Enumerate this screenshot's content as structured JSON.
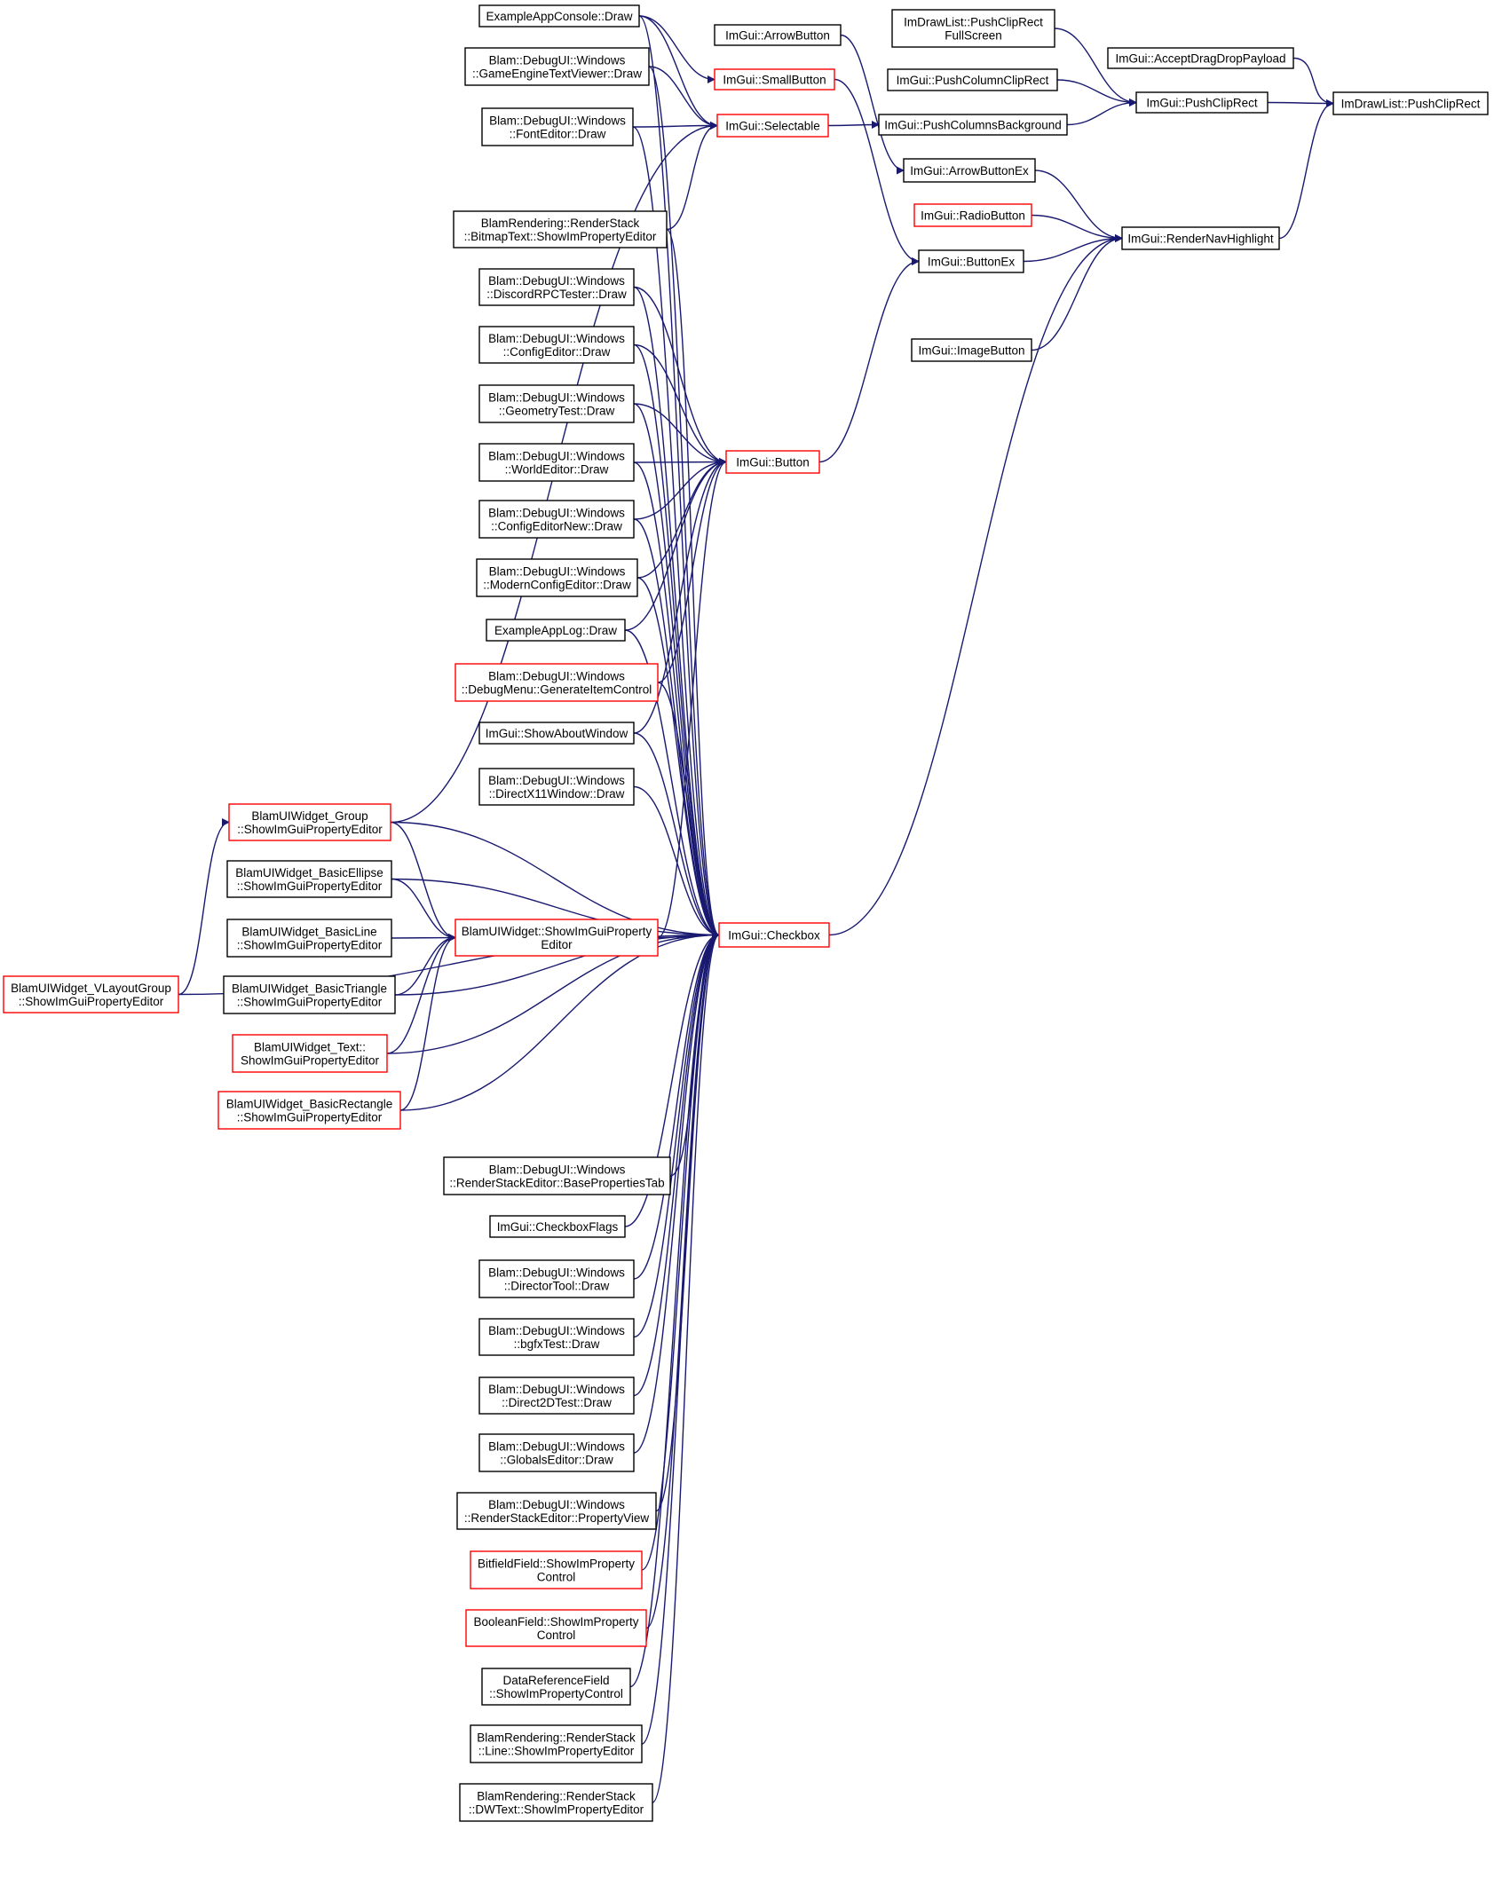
{
  "colors": {
    "edge": "#191970",
    "border_normal": "#000000",
    "border_truncated": "#ff0000",
    "root_fill": "#bfbfbf",
    "background": "#ffffff"
  },
  "nodes": [
    {
      "id": "pushcliprect_dl",
      "lines": [
        "ImDrawList::PushClipRect"
      ],
      "kind": "root"
    },
    {
      "id": "acceptdragdrop",
      "lines": [
        "ImGui::AcceptDragDropPayload"
      ],
      "kind": "normal"
    },
    {
      "id": "pushcliprectfs",
      "lines": [
        "ImDrawList::PushClipRect",
        "FullScreen"
      ],
      "kind": "normal"
    },
    {
      "id": "pushcliprect",
      "lines": [
        "ImGui::PushClipRect"
      ],
      "kind": "normal"
    },
    {
      "id": "pushcolumnclip",
      "lines": [
        "ImGui::PushColumnClipRect"
      ],
      "kind": "normal"
    },
    {
      "id": "pushcolumnsbg",
      "lines": [
        "ImGui::PushColumnsBackground"
      ],
      "kind": "normal"
    },
    {
      "id": "rendernavhl",
      "lines": [
        "ImGui::RenderNavHighlight"
      ],
      "kind": "normal"
    },
    {
      "id": "arrowbuttonex",
      "lines": [
        "ImGui::ArrowButtonEx"
      ],
      "kind": "normal"
    },
    {
      "id": "radiobutton",
      "lines": [
        "ImGui::RadioButton"
      ],
      "kind": "truncated"
    },
    {
      "id": "buttonex",
      "lines": [
        "ImGui::ButtonEx"
      ],
      "kind": "normal"
    },
    {
      "id": "imagebutton",
      "lines": [
        "ImGui::ImageButton"
      ],
      "kind": "normal"
    },
    {
      "id": "arrowbutton",
      "lines": [
        "ImGui::ArrowButton"
      ],
      "kind": "normal"
    },
    {
      "id": "smallbutton",
      "lines": [
        "ImGui::SmallButton"
      ],
      "kind": "truncated"
    },
    {
      "id": "selectable",
      "lines": [
        "ImGui::Selectable"
      ],
      "kind": "truncated"
    },
    {
      "id": "button",
      "lines": [
        "ImGui::Button"
      ],
      "kind": "truncated"
    },
    {
      "id": "checkbox",
      "lines": [
        "ImGui::Checkbox"
      ],
      "kind": "truncated"
    },
    {
      "id": "exconsole",
      "lines": [
        "ExampleAppConsole::Draw"
      ],
      "kind": "normal"
    },
    {
      "id": "getv",
      "lines": [
        "Blam::DebugUI::Windows",
        "::GameEngineTextViewer::Draw"
      ],
      "kind": "normal"
    },
    {
      "id": "fonted",
      "lines": [
        "Blam::DebugUI::Windows",
        "::FontEditor::Draw"
      ],
      "kind": "normal"
    },
    {
      "id": "bitmaptext",
      "lines": [
        "BlamRendering::RenderStack",
        "::BitmapText::ShowImPropertyEditor"
      ],
      "kind": "normal"
    },
    {
      "id": "discord",
      "lines": [
        "Blam::DebugUI::Windows",
        "::DiscordRPCTester::Draw"
      ],
      "kind": "normal"
    },
    {
      "id": "configed",
      "lines": [
        "Blam::DebugUI::Windows",
        "::ConfigEditor::Draw"
      ],
      "kind": "normal"
    },
    {
      "id": "geomtest",
      "lines": [
        "Blam::DebugUI::Windows",
        "::GeometryTest::Draw"
      ],
      "kind": "normal"
    },
    {
      "id": "worlded",
      "lines": [
        "Blam::DebugUI::Windows",
        "::WorldEditor::Draw"
      ],
      "kind": "normal"
    },
    {
      "id": "configednew",
      "lines": [
        "Blam::DebugUI::Windows",
        "::ConfigEditorNew::Draw"
      ],
      "kind": "normal"
    },
    {
      "id": "modernconfig",
      "lines": [
        "Blam::DebugUI::Windows",
        "::ModernConfigEditor::Draw"
      ],
      "kind": "normal"
    },
    {
      "id": "exlog",
      "lines": [
        "ExampleAppLog::Draw"
      ],
      "kind": "normal"
    },
    {
      "id": "debugmenu",
      "lines": [
        "Blam::DebugUI::Windows",
        "::DebugMenu::GenerateItemControl"
      ],
      "kind": "truncated"
    },
    {
      "id": "showabout",
      "lines": [
        "ImGui::ShowAboutWindow"
      ],
      "kind": "normal"
    },
    {
      "id": "dx11",
      "lines": [
        "Blam::DebugUI::Windows",
        "::DirectX11Window::Draw"
      ],
      "kind": "normal"
    },
    {
      "id": "wgroup",
      "lines": [
        "BlamUIWidget_Group",
        "::ShowImGuiPropertyEditor"
      ],
      "kind": "truncated"
    },
    {
      "id": "wellipse",
      "lines": [
        "BlamUIWidget_BasicEllipse",
        "::ShowImGuiPropertyEditor"
      ],
      "kind": "normal"
    },
    {
      "id": "wline",
      "lines": [
        "BlamUIWidget_BasicLine",
        "::ShowImGuiPropertyEditor"
      ],
      "kind": "normal"
    },
    {
      "id": "wtriangle",
      "lines": [
        "BlamUIWidget_BasicTriangle",
        "::ShowImGuiPropertyEditor"
      ],
      "kind": "normal"
    },
    {
      "id": "wtext",
      "lines": [
        "BlamUIWidget_Text::",
        "ShowImGuiPropertyEditor"
      ],
      "kind": "truncated"
    },
    {
      "id": "wrect",
      "lines": [
        "BlamUIWidget_BasicRectangle",
        "::ShowImGuiPropertyEditor"
      ],
      "kind": "truncated"
    },
    {
      "id": "widget",
      "lines": [
        "BlamUIWidget::ShowImGuiProperty",
        "Editor"
      ],
      "kind": "truncated"
    },
    {
      "id": "vlayout",
      "lines": [
        "BlamUIWidget_VLayoutGroup",
        "::ShowImGuiPropertyEditor"
      ],
      "kind": "truncated"
    },
    {
      "id": "rsbase",
      "lines": [
        "Blam::DebugUI::Windows",
        "::RenderStackEditor::BasePropertiesTab"
      ],
      "kind": "normal"
    },
    {
      "id": "cbflags",
      "lines": [
        "ImGui::CheckboxFlags"
      ],
      "kind": "normal"
    },
    {
      "id": "director",
      "lines": [
        "Blam::DebugUI::Windows",
        "::DirectorTool::Draw"
      ],
      "kind": "normal"
    },
    {
      "id": "bgfx",
      "lines": [
        "Blam::DebugUI::Windows",
        "::bgfxTest::Draw"
      ],
      "kind": "normal"
    },
    {
      "id": "d2d",
      "lines": [
        "Blam::DebugUI::Windows",
        "::Direct2DTest::Draw"
      ],
      "kind": "normal"
    },
    {
      "id": "globals",
      "lines": [
        "Blam::DebugUI::Windows",
        "::GlobalsEditor::Draw"
      ],
      "kind": "normal"
    },
    {
      "id": "rsprop",
      "lines": [
        "Blam::DebugUI::Windows",
        "::RenderStackEditor::PropertyView"
      ],
      "kind": "normal"
    },
    {
      "id": "bitfield",
      "lines": [
        "BitfieldField::ShowImProperty",
        "Control"
      ],
      "kind": "truncated"
    },
    {
      "id": "boolfield",
      "lines": [
        "BooleanField::ShowImProperty",
        "Control"
      ],
      "kind": "truncated"
    },
    {
      "id": "dataref",
      "lines": [
        "DataReferenceField",
        "::ShowImPropertyControl"
      ],
      "kind": "normal"
    },
    {
      "id": "rsline",
      "lines": [
        "BlamRendering::RenderStack",
        "::Line::ShowImPropertyEditor"
      ],
      "kind": "normal"
    },
    {
      "id": "dwtext",
      "lines": [
        "BlamRendering::RenderStack",
        "::DWText::ShowImPropertyEditor"
      ],
      "kind": "normal"
    }
  ],
  "edges": [
    {
      "from": "acceptdragdrop",
      "to": "pushcliprect_dl"
    },
    {
      "from": "pushcliprect",
      "to": "pushcliprect_dl"
    },
    {
      "from": "rendernavhl",
      "to": "pushcliprect_dl"
    },
    {
      "from": "pushcliprectfs",
      "to": "pushcliprect"
    },
    {
      "from": "pushcolumnclip",
      "to": "pushcliprect"
    },
    {
      "from": "pushcolumnsbg",
      "to": "pushcliprect"
    },
    {
      "from": "selectable",
      "to": "pushcolumnsbg"
    },
    {
      "from": "arrowbuttonex",
      "to": "rendernavhl"
    },
    {
      "from": "radiobutton",
      "to": "rendernavhl"
    },
    {
      "from": "buttonex",
      "to": "rendernavhl"
    },
    {
      "from": "imagebutton",
      "to": "rendernavhl"
    },
    {
      "from": "checkbox",
      "to": "rendernavhl"
    },
    {
      "from": "arrowbutton",
      "to": "arrowbuttonex"
    },
    {
      "from": "smallbutton",
      "to": "buttonex"
    },
    {
      "from": "button",
      "to": "buttonex"
    },
    {
      "from": "exconsole",
      "to": "smallbutton"
    },
    {
      "from": "exconsole",
      "to": "selectable"
    },
    {
      "from": "getv",
      "to": "selectable"
    },
    {
      "from": "fonted",
      "to": "selectable"
    },
    {
      "from": "bitmaptext",
      "to": "selectable"
    },
    {
      "from": "wgroup",
      "to": "selectable"
    },
    {
      "from": "discord",
      "to": "button"
    },
    {
      "from": "configed",
      "to": "button"
    },
    {
      "from": "geomtest",
      "to": "button"
    },
    {
      "from": "worlded",
      "to": "button"
    },
    {
      "from": "configednew",
      "to": "button"
    },
    {
      "from": "modernconfig",
      "to": "button"
    },
    {
      "from": "exlog",
      "to": "button"
    },
    {
      "from": "debugmenu",
      "to": "button"
    },
    {
      "from": "showabout",
      "to": "button"
    },
    {
      "from": "widget",
      "to": "button"
    },
    {
      "from": "exconsole",
      "to": "checkbox"
    },
    {
      "from": "getv",
      "to": "checkbox"
    },
    {
      "from": "fonted",
      "to": "checkbox"
    },
    {
      "from": "bitmaptext",
      "to": "checkbox"
    },
    {
      "from": "discord",
      "to": "checkbox"
    },
    {
      "from": "configed",
      "to": "checkbox"
    },
    {
      "from": "geomtest",
      "to": "checkbox"
    },
    {
      "from": "worlded",
      "to": "checkbox"
    },
    {
      "from": "configednew",
      "to": "checkbox"
    },
    {
      "from": "modernconfig",
      "to": "checkbox"
    },
    {
      "from": "exlog",
      "to": "checkbox"
    },
    {
      "from": "debugmenu",
      "to": "checkbox"
    },
    {
      "from": "showabout",
      "to": "checkbox"
    },
    {
      "from": "dx11",
      "to": "checkbox"
    },
    {
      "from": "wgroup",
      "to": "checkbox"
    },
    {
      "from": "wellipse",
      "to": "checkbox"
    },
    {
      "from": "widget",
      "to": "checkbox"
    },
    {
      "from": "wtriangle",
      "to": "checkbox"
    },
    {
      "from": "wtext",
      "to": "checkbox"
    },
    {
      "from": "vlayout",
      "to": "checkbox"
    },
    {
      "from": "rsbase",
      "to": "checkbox"
    },
    {
      "from": "cbflags",
      "to": "checkbox"
    },
    {
      "from": "director",
      "to": "checkbox"
    },
    {
      "from": "bgfx",
      "to": "checkbox"
    },
    {
      "from": "d2d",
      "to": "checkbox"
    },
    {
      "from": "globals",
      "to": "checkbox"
    },
    {
      "from": "rsprop",
      "to": "checkbox"
    },
    {
      "from": "bitfield",
      "to": "checkbox"
    },
    {
      "from": "boolfield",
      "to": "checkbox"
    },
    {
      "from": "dataref",
      "to": "checkbox"
    },
    {
      "from": "rsline",
      "to": "checkbox"
    },
    {
      "from": "dwtext",
      "to": "checkbox"
    },
    {
      "from": "wrect",
      "to": "checkbox"
    },
    {
      "from": "wgroup",
      "to": "widget"
    },
    {
      "from": "wellipse",
      "to": "widget"
    },
    {
      "from": "wline",
      "to": "widget"
    },
    {
      "from": "wtriangle",
      "to": "widget"
    },
    {
      "from": "wtext",
      "to": "widget"
    },
    {
      "from": "wrect",
      "to": "widget"
    },
    {
      "from": "vlayout",
      "to": "wgroup"
    }
  ]
}
